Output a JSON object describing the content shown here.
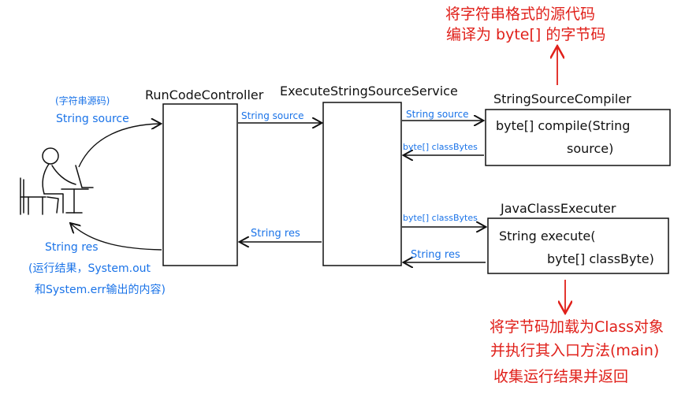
{
  "annotations": {
    "top_red_line1": "将字符串格式的源代码",
    "top_red_line2": "编译为 byte[] 的字节码",
    "bottom_red_line1": "将字节码加载为Class对象",
    "bottom_red_line2": "并执行其入口方法(main)",
    "bottom_red_line3": "收集运行结果并返回"
  },
  "components": {
    "run_code_controller": "RunCodeController",
    "execute_service": "ExecuteStringSourceService",
    "compiler": "StringSourceCompiler",
    "executer": "JavaClassExecuter"
  },
  "methods": {
    "compile_line1": "byte[] compile(String",
    "compile_line2": "source)",
    "execute_line1": "String execute(",
    "execute_line2": "byte[] classByte)"
  },
  "labels": {
    "user_source_note": "(字符串源码)",
    "user_source": "String source",
    "ctrl_to_service": "String source",
    "service_to_compiler": "String source",
    "compiler_return": "byte[] classBytes",
    "service_to_executer": "byte[] classBytes",
    "executer_return": "String res",
    "service_to_ctrl": "String res",
    "user_res": "String res",
    "user_res_note1": "(运行结果，System.out",
    "user_res_note2": "和System.err输出的内容)"
  },
  "colors": {
    "annotation": "#e0201a",
    "flow_label": "#1a73e8",
    "stroke": "#111111"
  }
}
